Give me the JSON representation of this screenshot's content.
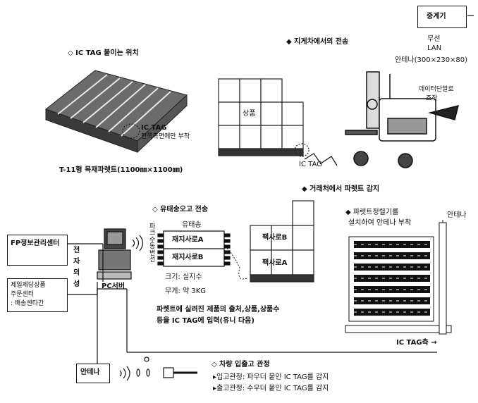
{
  "relay": {
    "box": "중계기",
    "sub1": "무선",
    "sub2": "LAN"
  },
  "forklift": {
    "section": "◆ 지게차에서의 전송",
    "antenna": "안테나(300×230×80)",
    "terminal1": "데이터단말로",
    "terminal2": "조작",
    "cargo": "상품",
    "tag": "IC TAG"
  },
  "pallet": {
    "section": "◇ IC TAG 붙이는 위치",
    "tag": "IC TAG",
    "tag_note": "한쪽측면에만 부착",
    "caption": "T-11형 목재파렛트(1100㎜×1100㎜)"
  },
  "dock_gate": {
    "section": "◆ 거래처에서 파렛트 감지",
    "install1": "◆ 파렛트정렬기를",
    "install2": "설치하여 안테나 부착",
    "antenna": "안테나",
    "tag_dir": "IC TAG측 →"
  },
  "info_center": {
    "box": "FP정보관리센터"
  },
  "order_center": {
    "line1": "제일제당상품",
    "line2": "주문센터",
    "line3": ": 배송센타간"
  },
  "telecom": {
    "chars": [
      "전",
      "자",
      "의",
      "성"
    ]
  },
  "pc": {
    "label": "PC서버"
  },
  "tag_block": {
    "section": "◇ 유태송오고 전송",
    "title": "유태송",
    "row1": "재지사로A",
    "row2": "재지사로B",
    "side": "파크수동변선",
    "size": "크기: 실지수",
    "weight": "무게: 약 3KG"
  },
  "stack": {
    "row1": "팩사로B",
    "row2": "팩사로A"
  },
  "input_note": {
    "line1": "파렛트에 실려진 제품의 출처,상품,상품수",
    "line2": "등을 IC TAG에 입력(유니 다음)"
  },
  "gate": {
    "antenna": "안테나",
    "title": "◇ 차량 입출고 관정",
    "line1": "▸입고관정: 파우더 붙인 IC TAG를 감지",
    "line2": "▸출고관정: 수우더 붙인 IC TAG를 감지"
  }
}
